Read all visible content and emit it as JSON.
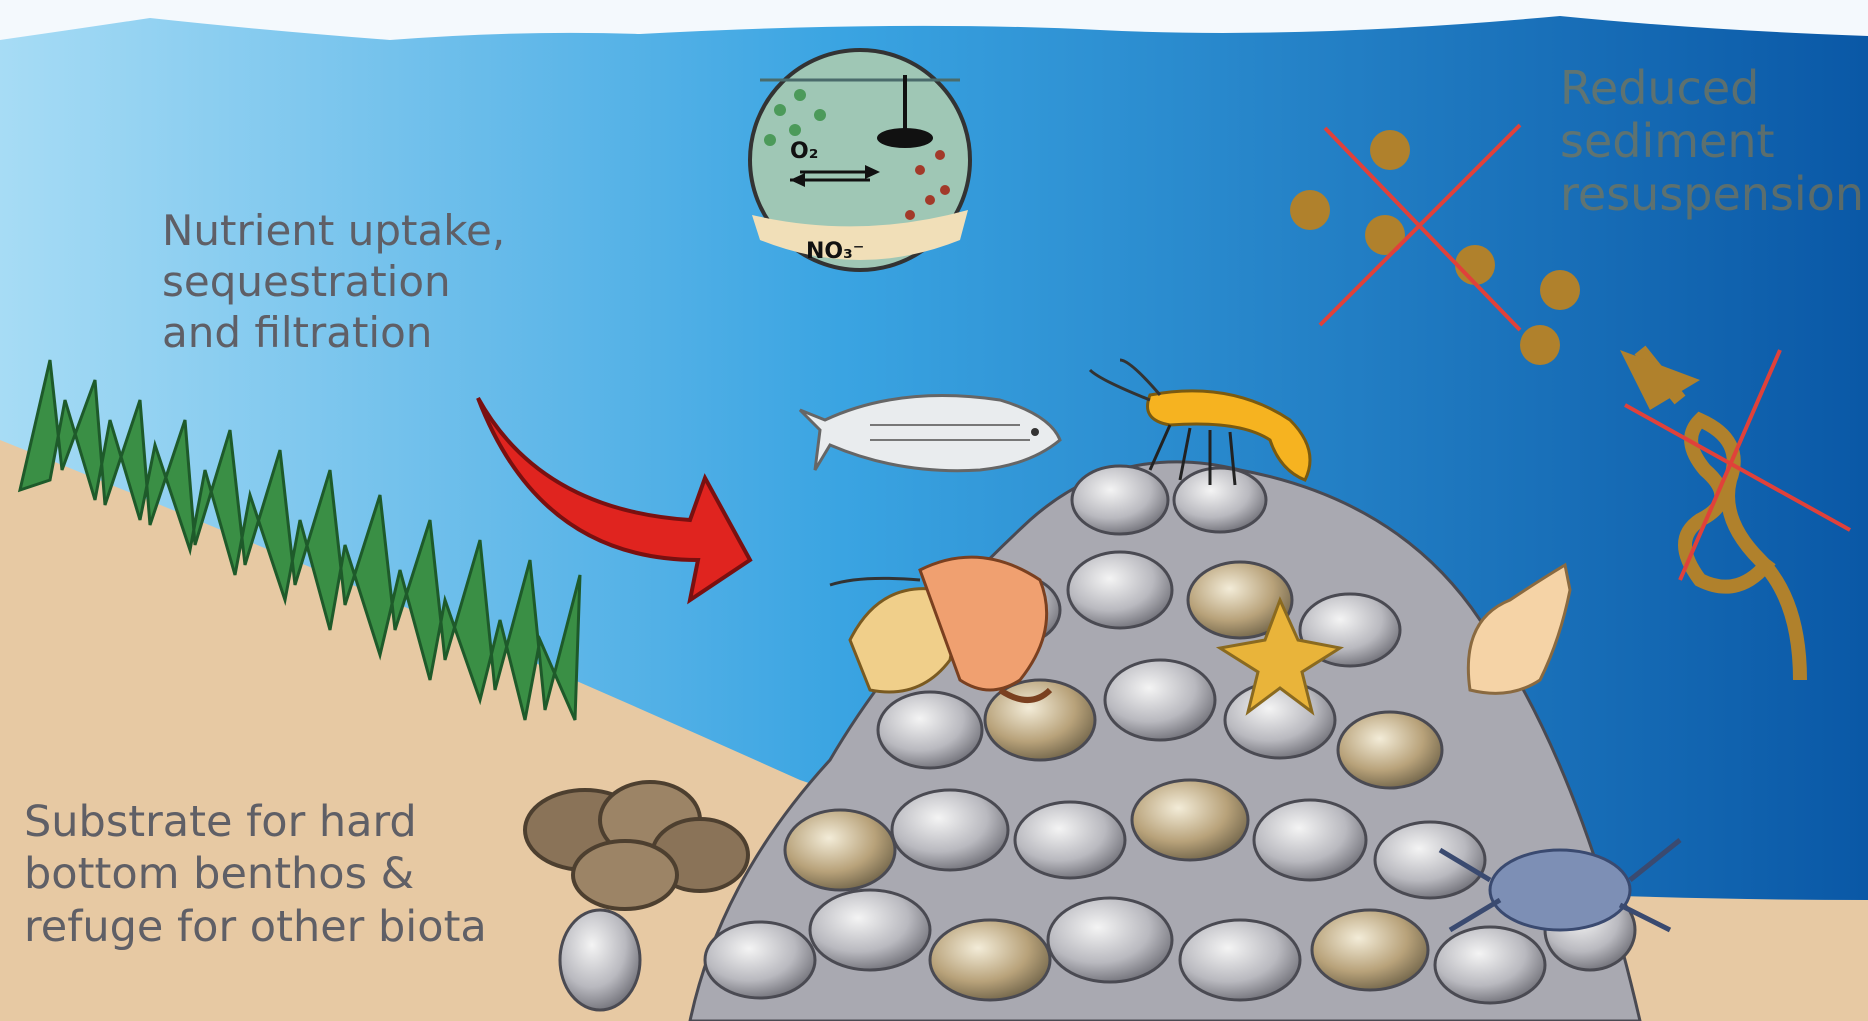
{
  "labels": {
    "nutrient": "Nutrient uptake,\nsequestration\nand filtration",
    "substrate": "Substrate for hard\nbottom benthos &\nrefuge for other biota",
    "sediment": "Reduced\nsediment\n resuspension"
  },
  "inset": {
    "oxygen": "O₂",
    "nitrate": "NO₃⁻"
  },
  "colors": {
    "water_light": "#9ed6f3",
    "water_mid": "#2a9be0",
    "water_dark": "#0a5aa8",
    "sand": "#e7c9a3",
    "seagrass": "#3a8f45",
    "arrow_red": "#e0241f",
    "sediment_brown": "#b0812c",
    "cross_red": "#e0413a",
    "text": "#5f5f66"
  },
  "icons": [
    "seagrass-icon",
    "red-arrow-icon",
    "fish-icon",
    "shrimp-icon",
    "hermit-crab-icon",
    "starfish-icon",
    "snail-shell-icon",
    "blue-crab-icon",
    "oyster-reef-icon",
    "mussel-cluster-icon",
    "sediment-particles-icon",
    "resuspension-swirl-icon"
  ]
}
